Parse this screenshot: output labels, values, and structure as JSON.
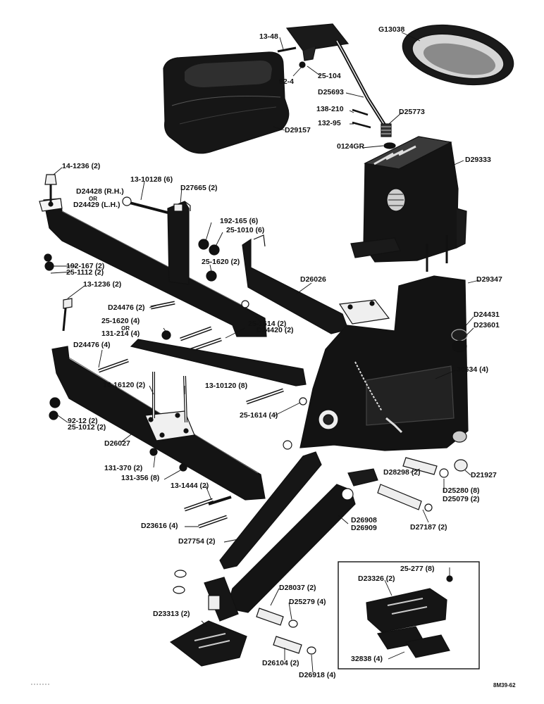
{
  "parts": {
    "p13_48": "13-48",
    "p92_4": "92-4",
    "p25_104": "25-104",
    "g13038": "G13038",
    "d25693": "D25693",
    "p138_210": "138-210",
    "p132_95": "132-95",
    "d25773": "D25773",
    "d29157": "D29157",
    "p0124gr": "0124GR",
    "d29333": "D29333",
    "p14_1236": "14-1236 (2)",
    "d24428": "D24428 (R.H.)",
    "or_1": "OR",
    "d24429": "D24429 (L.H.)",
    "p13_10128": "13-10128 (6)",
    "d27665": "D27665 (2)",
    "p192_165": "192-165 (6)",
    "p25_1010": "25-1010 (6)",
    "p25_1620_a": "25-1620 (2)",
    "p192_167": "192-167 (2)",
    "p25_1112": "25-1112 (2)",
    "p13_1236": "13-1236 (2)",
    "d26026": "D26026",
    "d29347": "D29347",
    "d24476_a": "D24476 (2)",
    "p25_1614_a": "25-1614 (2)",
    "d24431": "D24431",
    "d23601": "D23601",
    "p25_1620_b": "25-1620 (4)",
    "or_2": "OR",
    "p131_214": "131-214 (4)",
    "d24420": "D24420 (2)",
    "d24476_b": "D24476 (4)",
    "p30634": "30634 (4)",
    "p16_16120": "16-16120 (2)",
    "p13_10120": "13-10120 (8)",
    "p92_12": "92-12 (2)",
    "p25_1012": "25-1012 (2)",
    "p25_1614_b": "25-1614 (4)",
    "d26027": "D26027",
    "p131_370": "131-370 (2)",
    "p131_356": "131-356 (8)",
    "d28298": "D28298 (2)",
    "d21927": "D21927",
    "d25280": "D25280 (8)",
    "d25079": "D25079 (2)",
    "p13_1444": "13-1444 (2)",
    "d26908": "D26908",
    "d26909": "D26909",
    "d23616": "D23616 (4)",
    "d27187": "D27187 (2)",
    "d27754": "D27754 (2)",
    "p25_277": "25-277 (8)",
    "d23326": "D23326 (2)",
    "d28037": "D28037 (2)",
    "d25279": "D25279 (4)",
    "d23313": "D23313 (2)",
    "d26104": "D26104 (2)",
    "d26918": "D26918 (4)",
    "p32838": "32838 (4)",
    "ref": "8M39-62"
  }
}
